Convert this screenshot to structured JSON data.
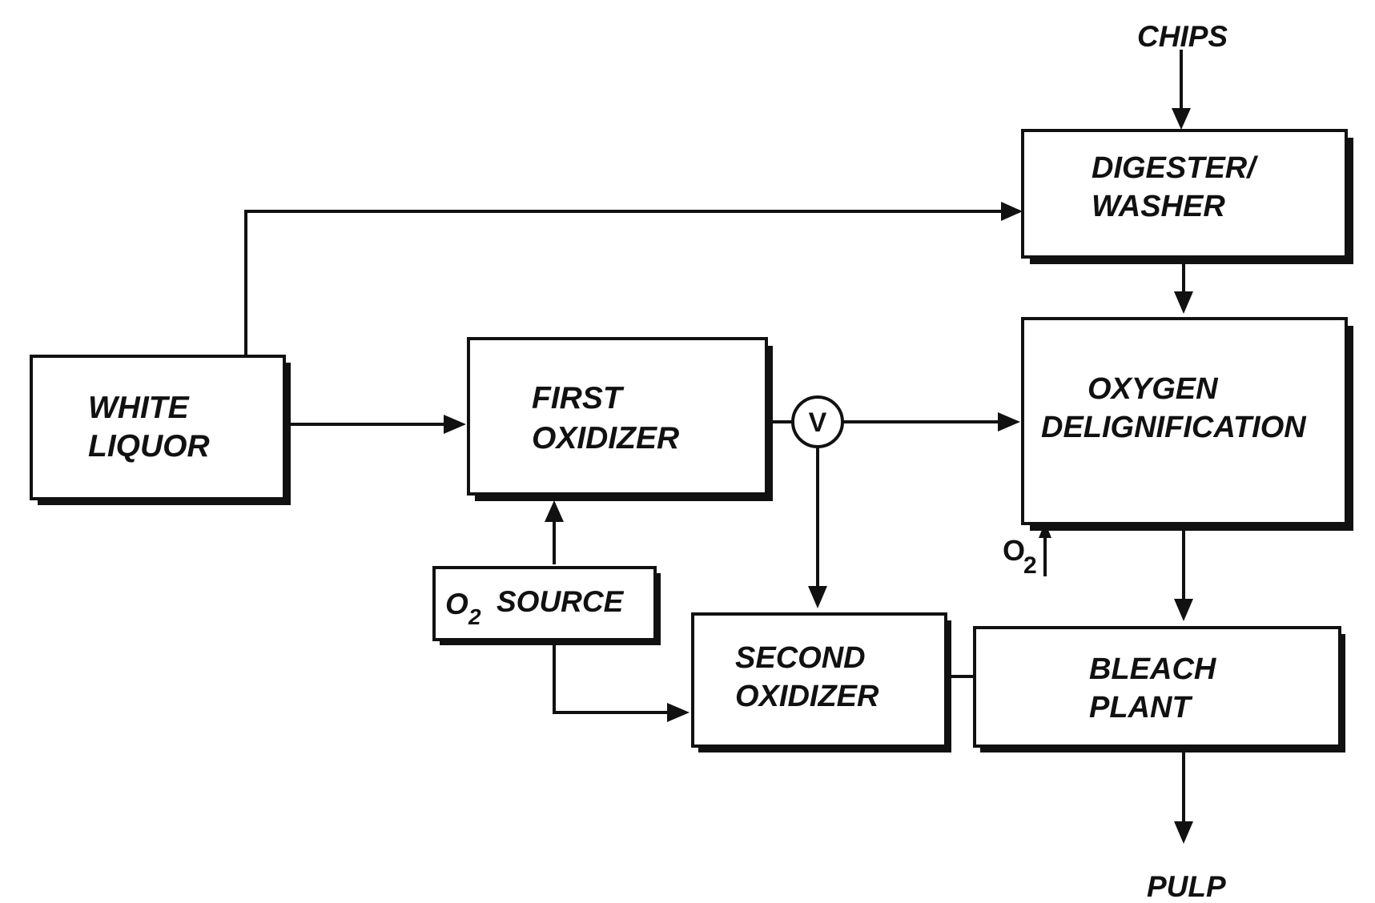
{
  "nodes": {
    "chips": "CHIPS",
    "digester_line1": "DIGESTER/",
    "digester_line2": "WASHER",
    "white_line1": "WHITE",
    "white_line2": "LIQUOR",
    "first_line1": "FIRST",
    "first_line2": "OXIDIZER",
    "valve": "V",
    "oxygen_line1": "OXYGEN",
    "oxygen_line2": "DELIGNIFICATION",
    "o2_source_o": "O",
    "o2_source_sub": "2",
    "o2_source_text": "SOURCE",
    "o2_input_o": "O",
    "o2_input_sub": "2",
    "second_line1": "SECOND",
    "second_line2": "OXIDIZER",
    "bleach_line1": "BLEACH",
    "bleach_line2": "PLANT",
    "pulp": "PULP"
  },
  "colors": {
    "ink": "#111111",
    "background": "#ffffff"
  }
}
